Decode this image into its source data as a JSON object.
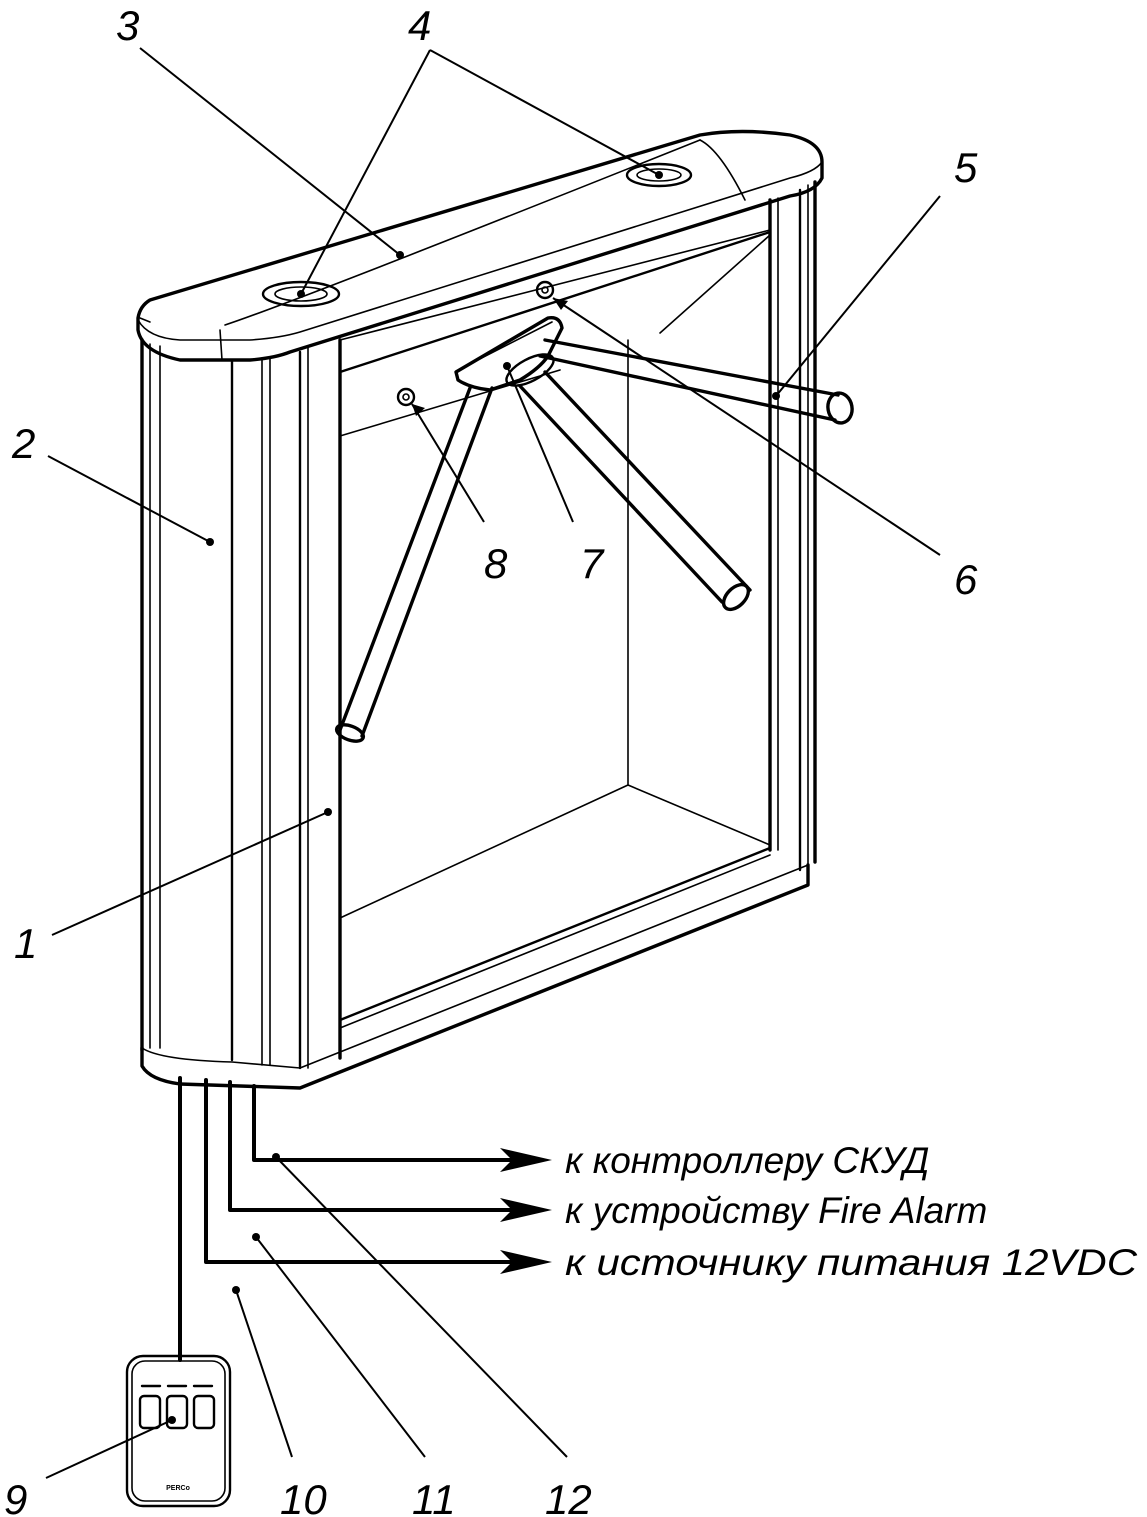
{
  "diagram": {
    "part_labels": [
      "1",
      "2",
      "3",
      "4",
      "5",
      "6",
      "7",
      "8",
      "9",
      "10",
      "11",
      "12"
    ],
    "connections": [
      "к контроллеру СКУД",
      "к устройству Fire Alarm",
      "к источнику питания 12VDC"
    ],
    "remote_brand": "PERCo"
  }
}
